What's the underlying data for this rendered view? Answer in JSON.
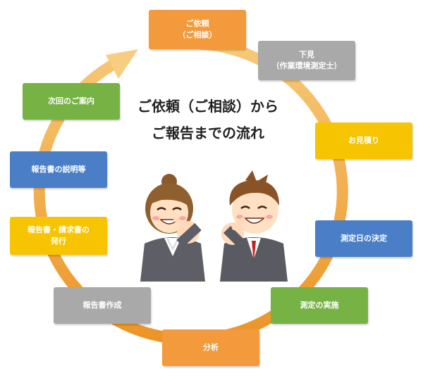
{
  "title": {
    "line1": "ご依頼（ご相談）から",
    "line2": "ご報告までの流れ"
  },
  "steps": [
    {
      "line1": "ご依頼",
      "line2": "（ご相談）",
      "color": "orange"
    },
    {
      "line1": "下見",
      "line2": "（作業環境測定士）",
      "color": "gray"
    },
    {
      "line1": "お見積り",
      "color": "yellow"
    },
    {
      "line1": "測定日の決定",
      "color": "blue"
    },
    {
      "line1": "測定の実施",
      "color": "green"
    },
    {
      "line1": "分析",
      "color": "orange"
    },
    {
      "line1": "報告書作成",
      "color": "gray"
    },
    {
      "line1": "報告書・請求書の",
      "line2": "発行",
      "color": "yellow"
    },
    {
      "line1": "報告書の説明等",
      "color": "blue"
    },
    {
      "line1": "次回のご案内",
      "color": "green"
    }
  ],
  "colors": {
    "orange": "#f39a3c",
    "gray": "#a9a9a9",
    "yellow": "#f6c400",
    "blue": "#4a7fc8",
    "green": "#76b244",
    "ring": "#f2a93b"
  },
  "illustration": {
    "left": "female-office-worker-pointing",
    "right": "male-office-worker-pointing"
  }
}
